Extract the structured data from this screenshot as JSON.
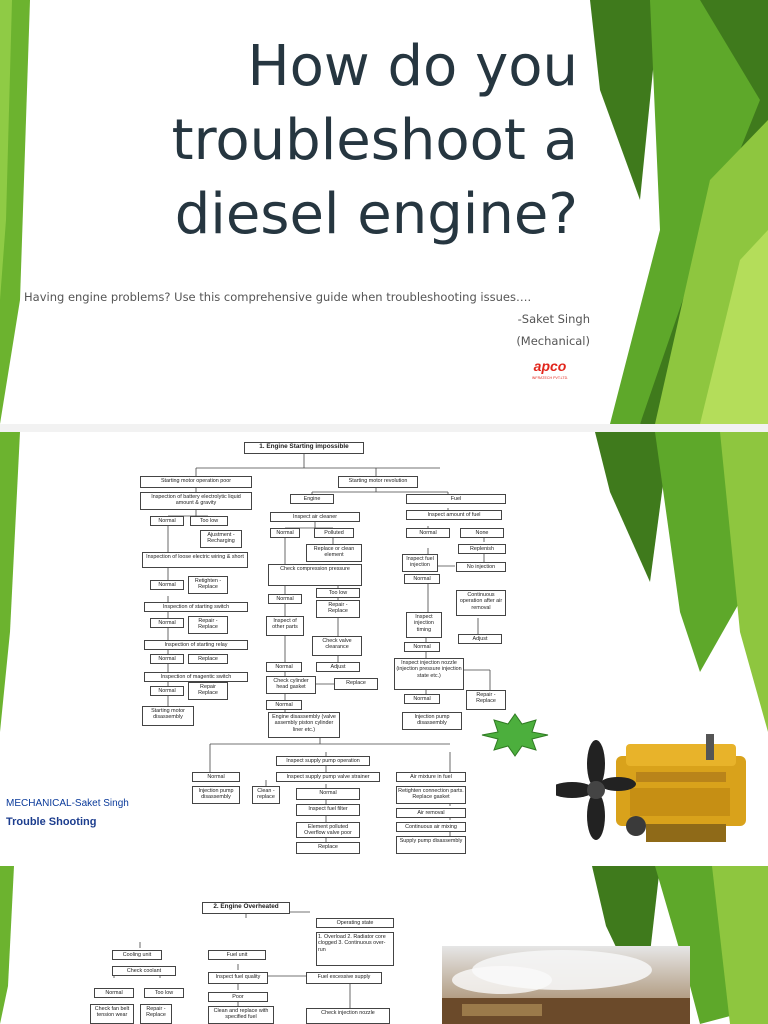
{
  "slide1": {
    "title_lines": [
      "How do you",
      "troubleshoot a",
      "diesel engine?"
    ],
    "subtitle": "Having engine problems? Use this comprehensive guide when troubleshooting issues….",
    "author_name": "-Saket Singh",
    "author_dept": "(Mechanical)",
    "logo_text": "apco",
    "logo_subtext": "INFRATECH PVT.LTD."
  },
  "slide2": {
    "caption_line1": "MECHANICAL-Saket Singh",
    "caption_line2": "Trouble Shooting",
    "boxes": {
      "b0": "1. Engine Starting impossible",
      "b1": "Starting motor operation poor",
      "b2": "Starting motor revolution",
      "b3": "Engine",
      "b4": "Fuel",
      "b5": "Inspection of battery electrolytic liquid amount & gravity",
      "b6": "Normal",
      "b7": "Too low",
      "b8": "Ajustment - Recharging",
      "b9": "Inspection of loose electric wiring & short",
      "b10": "Normal",
      "b11": "Retighten - Replace",
      "b12": "Inspection of starting switch",
      "b13": "Normal",
      "b14": "Repair - Replace",
      "b15": "Inspection of starting relay",
      "b16": "Normal",
      "b17": "Replace",
      "b18": "Inspection of magentic switch",
      "b19": "Normal",
      "b20": "Repair Replace",
      "b21": "Starting motor disassembly",
      "b22": "Inspect air cleaner",
      "b23": "Normal",
      "b24": "Polluted",
      "b25": "Replace or clean element",
      "b26": "Check compression pressure",
      "b27": "Normal",
      "b28": "Too low",
      "b29": "Repair - Replace",
      "b30": "Inspect of other parts",
      "b31": "Check valve clearance",
      "b32": "Normal",
      "b33": "Adjust",
      "b34": "Check cylinder head gasket",
      "b35": "Replace",
      "b36": "Normal",
      "b37": "Engine disassembly (valve assembly piston cylinder liner etc.)",
      "b38": "Inspect amount of fuel",
      "b39": "Normal",
      "b40": "None",
      "b41": "Replenish",
      "b42": "Inspect fuel injection",
      "b43": "No injection",
      "b44": "Normal",
      "b45": "Continuous operation after air removal",
      "b46": "Inspect injection timing",
      "b47": "Adjust",
      "b48": "Normal",
      "b49": "Inspect injection nozzle (injection pressure injection state etc.)",
      "b50": "Normal",
      "b51": "Repair - Replace",
      "b52": "Injection pump disassembly",
      "b53": "Inspect supply pump operation",
      "b54": "Normal",
      "b55": "Inspect supply pump valve strainer",
      "b56": "Air mixture in fuel",
      "b57": "Injection pump disassembly",
      "b58": "Clean - replace",
      "b59": "Normal",
      "b60": "Retighten connection parts. Replace gasket",
      "b61": "Inspect fuel filter",
      "b62": "Air removal",
      "b63": "Element polluted Overflow valve poor",
      "b64": "Continuous air mixing",
      "b65": "Replace",
      "b66": "Supply pump disassembly"
    }
  },
  "slide3": {
    "boxes": {
      "c0": "2. Engine Overheated",
      "c1": "Operating state",
      "c2": "1. Overload 2. Radiator core clogged 3. Continuous over-run",
      "c3": "Cooling unit",
      "c4": "Fuel unit",
      "c5": "Check coolant",
      "c6": "Inspect fuel quality",
      "c7": "Fuel excessive supply",
      "c8": "Normal",
      "c9": "Too low",
      "c10": "Poor",
      "c11": "Check fan belt tension wear",
      "c12": "Repair - Replace",
      "c13": "Clean and replace with specified fuel",
      "c14": "Check injection nozzle"
    }
  },
  "colors": {
    "title": "#263640",
    "green_dark": "#3f7a1c",
    "green_mid": "#5ea82a",
    "green_light": "#9fd34a",
    "caption_blue": "#0a3a9a",
    "engine_yellow": "#d9a21b"
  }
}
